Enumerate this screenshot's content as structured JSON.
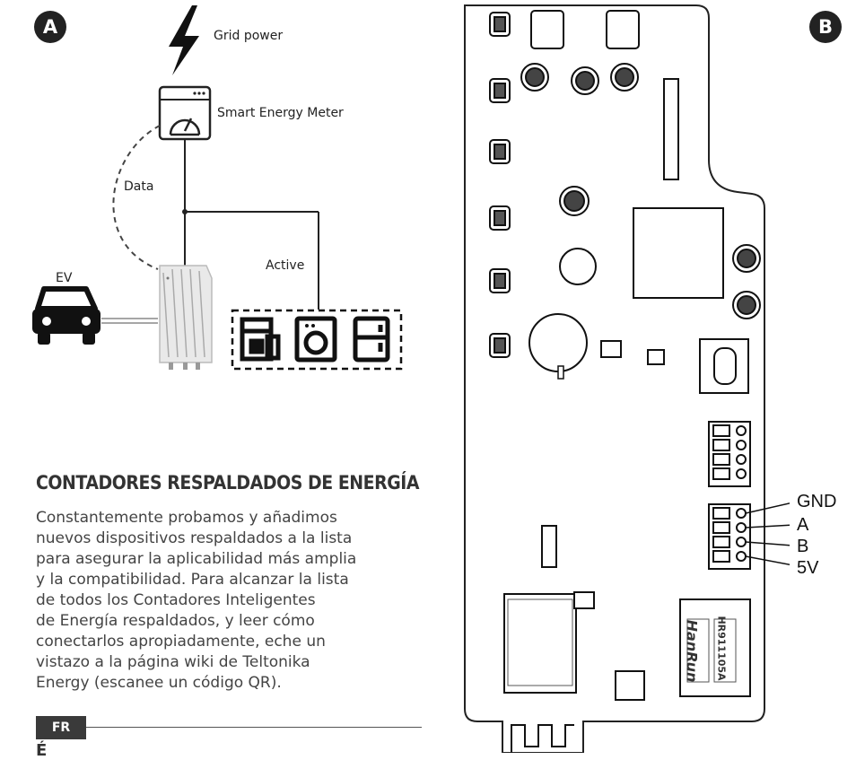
{
  "panel_a": {
    "badge": "A",
    "labels": {
      "grid": "Grid power",
      "meter": "Smart Energy Meter",
      "data": "Data",
      "active": "Active",
      "ev": "EV"
    }
  },
  "panel_b": {
    "badge": "B",
    "pins": [
      "GND",
      "A",
      "B",
      "5V"
    ],
    "board_marking": "HanRun",
    "board_code": "HR911105A"
  },
  "section": {
    "heading": "CONTADORES RESPALDADOS DE ENERGÍA",
    "paragraph_lines": [
      "Constantemente probamos y añadimos",
      "nuevos dispositivos respaldados a la lista",
      "para asegurar la aplicabilidad más amplia",
      "y la compatibilidad. Para alcanzar la lista",
      "de todos los Contadores Inteligentes",
      "de Energía respaldados, y leer cómo",
      "conectarlos apropiadamente, eche un",
      "vistazo a la página wiki de Teltonika",
      "Energy (escanee un código QR)."
    ]
  },
  "footer": {
    "lang_tag": "FR",
    "next_heading": "É"
  }
}
